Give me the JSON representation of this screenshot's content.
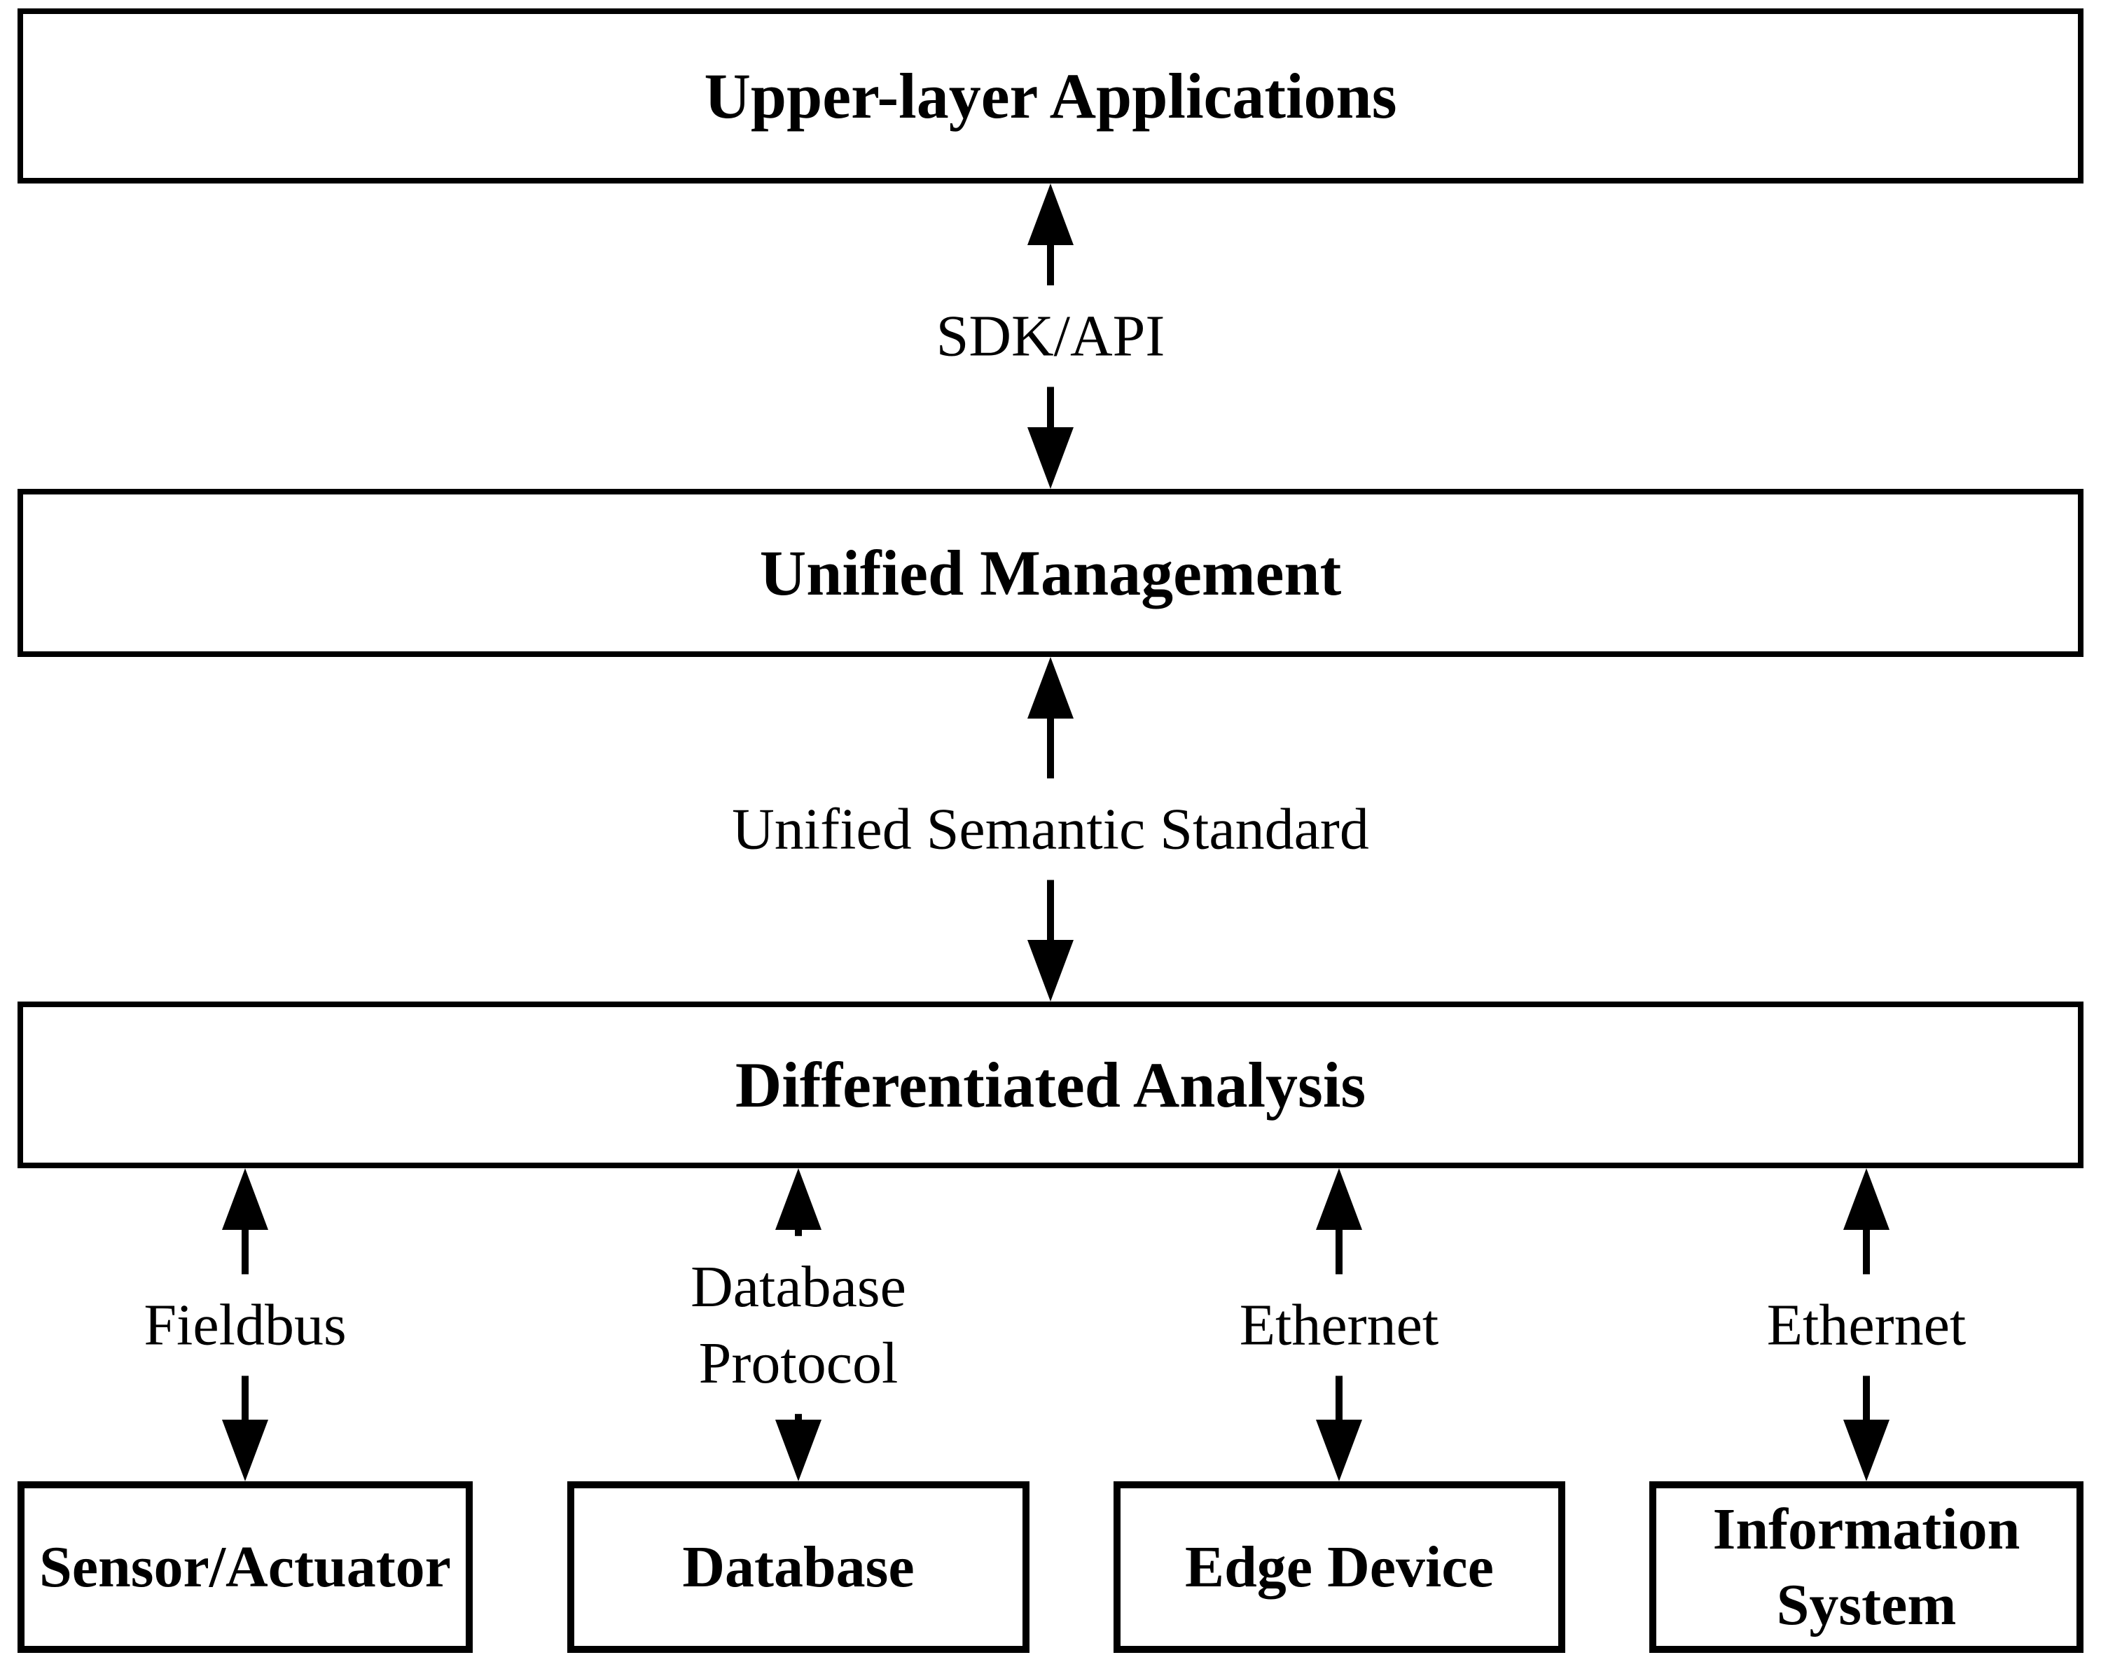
{
  "diagram": {
    "title": "Layered industrial architecture diagram",
    "colors": {
      "ink": "#000000",
      "background": "#ffffff"
    },
    "layers": [
      {
        "label": "Upper-layer Applications"
      },
      {
        "label": "Unified Management"
      },
      {
        "label": "Differentiated Analysis"
      }
    ],
    "links": [
      {
        "label": "SDK/API"
      },
      {
        "label": "Unified Semantic Standard"
      },
      {
        "label": "Fieldbus"
      },
      {
        "label": "Database\nProtocol"
      },
      {
        "label": "Ethernet"
      },
      {
        "label": "Ethernet"
      }
    ],
    "devices": [
      {
        "label": "Sensor/Actuator"
      },
      {
        "label": "Database"
      },
      {
        "label": "Edge Device"
      },
      {
        "label": "Information\nSystem"
      }
    ]
  }
}
